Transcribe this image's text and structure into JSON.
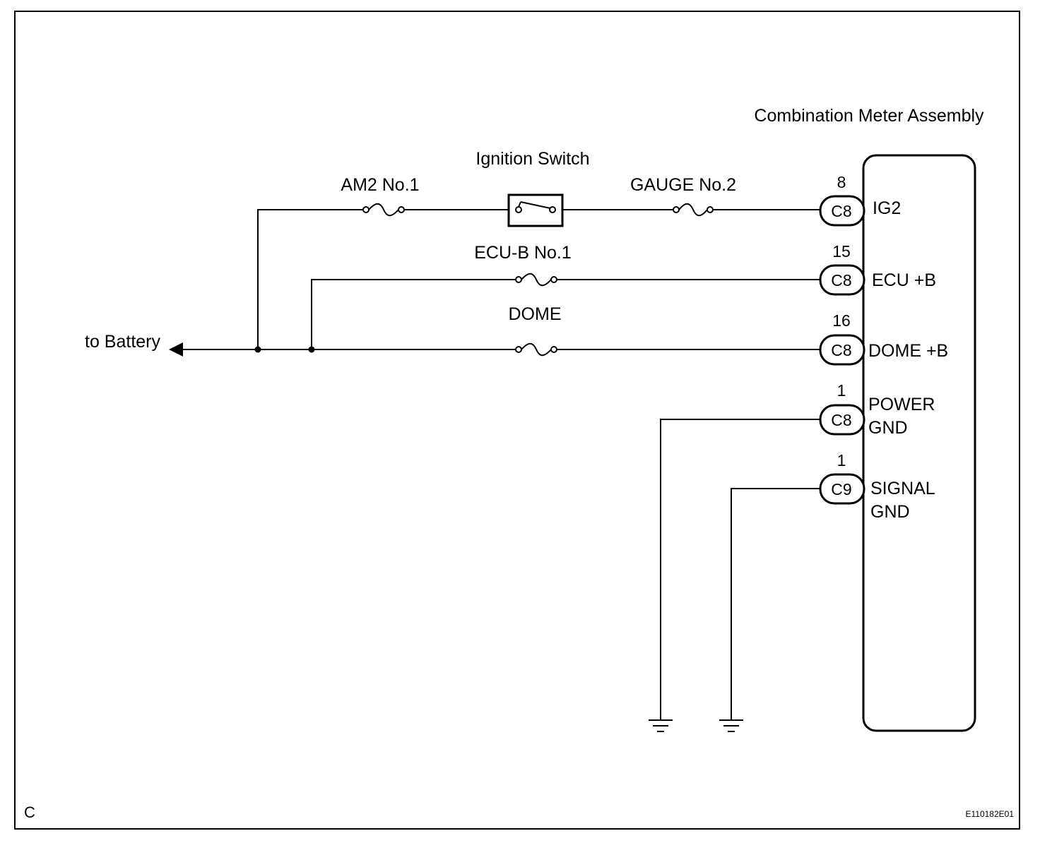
{
  "component_title": "Combination Meter Assembly",
  "battery_label": "to Battery",
  "switch_label": "Ignition Switch",
  "fuses": {
    "am2": "AM2 No.1",
    "gauge": "GAUGE No.2",
    "ecub": "ECU-B No.1",
    "dome": "DOME"
  },
  "pins": [
    {
      "connector": "C8",
      "number": "8",
      "label": [
        "IG2"
      ]
    },
    {
      "connector": "C8",
      "number": "15",
      "label": [
        "ECU +B"
      ]
    },
    {
      "connector": "C8",
      "number": "16",
      "label": [
        "DOME +B"
      ]
    },
    {
      "connector": "C8",
      "number": "1",
      "label": [
        "POWER",
        "GND"
      ]
    },
    {
      "connector": "C9",
      "number": "1",
      "label": [
        "SIGNAL",
        "GND"
      ]
    }
  ],
  "corner_letter": "C",
  "figure_code": "E110182E01"
}
